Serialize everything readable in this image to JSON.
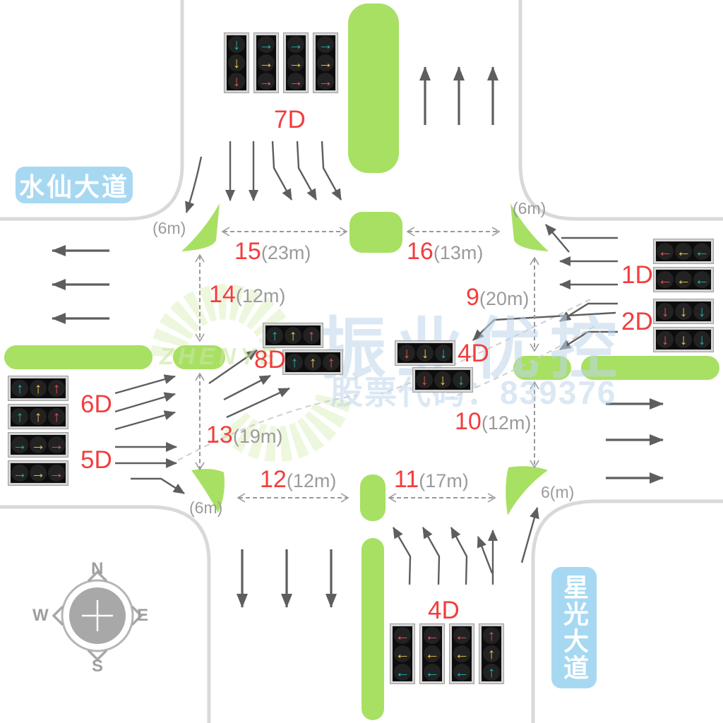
{
  "colors": {
    "green": "#a8e063",
    "teal": "#21b3ac",
    "yellow": "#f2c94c",
    "red": "#f25056",
    "labelRed": "#f23d3d",
    "labelGray": "#9b9b9b",
    "roadEdge": "#d9d9d9",
    "arrowGray": "#5e5e5e",
    "chipBlue": "#a7d8f2",
    "watermarkBlue": "#bed6ec",
    "compassGray": "#a8a8a8"
  },
  "roads": {
    "west_name": "水仙大道",
    "south_name": "星光大道"
  },
  "watermark": {
    "brand": "振业优控",
    "stock": "股票代码：839376",
    "logo_text": "ZHENYE"
  },
  "compass": {
    "n": "N",
    "e": "E",
    "s": "S",
    "w": "W"
  },
  "measurements": [
    {
      "number": "15",
      "distance": "(23m)"
    },
    {
      "number": "16",
      "distance": "(13m)"
    },
    {
      "number": "14",
      "distance": "(12m)"
    },
    {
      "number": "9",
      "distance": "(20m)"
    },
    {
      "number": "13",
      "distance": "(19m)"
    },
    {
      "number": "10",
      "distance": "(12m)"
    },
    {
      "number": "12",
      "distance": "(12m)"
    },
    {
      "number": "11",
      "distance": "(17m)"
    }
  ],
  "corner_widths": {
    "top_left": "(6m)",
    "top_right": "(6m)",
    "bottom_left": "(6m)",
    "bottom_right": "6(m)"
  },
  "signals": [
    {
      "id": "7d",
      "label": "7D",
      "orientation": "vertical",
      "panels": [
        [
          "down:teal",
          "down:yellow",
          "down:red"
        ],
        [
          "right:teal",
          "right:yellow",
          "right:red"
        ],
        [
          "right:teal",
          "right:yellow",
          "right:red"
        ],
        [
          "right:teal",
          "right:yellow",
          "right:red"
        ]
      ]
    },
    {
      "id": "1d",
      "label": "1D",
      "orientation": "horizontal",
      "panels": [
        [
          "left:red",
          "left:yellow",
          "left:teal"
        ],
        [
          "left:red",
          "left:yellow",
          "left:teal"
        ]
      ]
    },
    {
      "id": "2d",
      "label": "2D",
      "orientation": "horizontal",
      "panels": [
        [
          "down:red",
          "down:yellow",
          "down:teal"
        ],
        [
          "down:red",
          "down:yellow",
          "down:teal"
        ]
      ]
    },
    {
      "id": "8d",
      "label": "8D",
      "orientation": "horizontal",
      "panels": [
        [
          "up:teal",
          "up:yellow",
          "up:red"
        ],
        [
          "up:teal",
          "up:yellow",
          "up:red"
        ]
      ]
    },
    {
      "id": "4dc",
      "label": "4D",
      "orientation": "horizontal",
      "panels": [
        [
          "down:red",
          "down:yellow",
          "down:teal"
        ],
        [
          "down:red",
          "down:yellow",
          "down:teal"
        ]
      ]
    },
    {
      "id": "6d",
      "label": "6D",
      "orientation": "horizontal",
      "panels": [
        [
          "up:teal",
          "up:yellow",
          "up:red"
        ],
        [
          "up:teal",
          "up:yellow",
          "up:red"
        ]
      ]
    },
    {
      "id": "5d",
      "label": "5D",
      "orientation": "horizontal",
      "panels": [
        [
          "right:teal",
          "right:yellow",
          "right:red"
        ],
        [
          "right:teal",
          "right:yellow",
          "right:red"
        ]
      ]
    },
    {
      "id": "4ds",
      "label": "4D",
      "orientation": "vertical",
      "panels": [
        [
          "left:red",
          "left:yellow",
          "left:teal"
        ],
        [
          "left:red",
          "left:yellow",
          "left:teal"
        ],
        [
          "left:red",
          "left:yellow",
          "left:teal"
        ],
        [
          "up:red",
          "up:yellow",
          "up:teal"
        ]
      ]
    }
  ]
}
